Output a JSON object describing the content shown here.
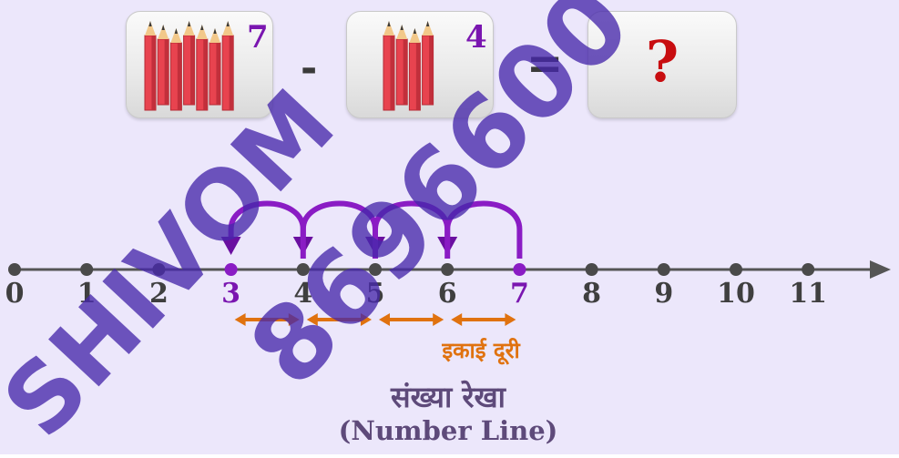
{
  "problem": {
    "left_count": "7",
    "minus_sign": "-",
    "right_count": "4",
    "equals_sign": "=",
    "answer_placeholder": "?"
  },
  "number_line": {
    "ticks": [
      "0",
      "1",
      "2",
      "3",
      "4",
      "5",
      "6",
      "7",
      "8",
      "9",
      "10",
      "11"
    ],
    "start_value": 7,
    "end_value": 3,
    "jumps": [
      [
        7,
        6
      ],
      [
        6,
        5
      ],
      [
        5,
        4
      ],
      [
        4,
        3
      ]
    ],
    "unit_segments": [
      [
        3,
        4
      ],
      [
        4,
        5
      ],
      [
        5,
        6
      ],
      [
        6,
        7
      ]
    ]
  },
  "labels": {
    "unit_distance": "इकाई दूरी",
    "number_line_hindi": "संख्या रेखा",
    "number_line_english": "(Number Line)"
  },
  "watermark": {
    "line1": "SHIVOM",
    "line2": "8696600"
  },
  "colors": {
    "background": "#ece7fb",
    "accent_purple": "#7a16b0",
    "jump_purple": "#8a1cc4",
    "unit_orange": "#e0720f",
    "question_red": "#c80d10",
    "pencil_red": "#e8434f",
    "axis_gray": "#555555"
  }
}
